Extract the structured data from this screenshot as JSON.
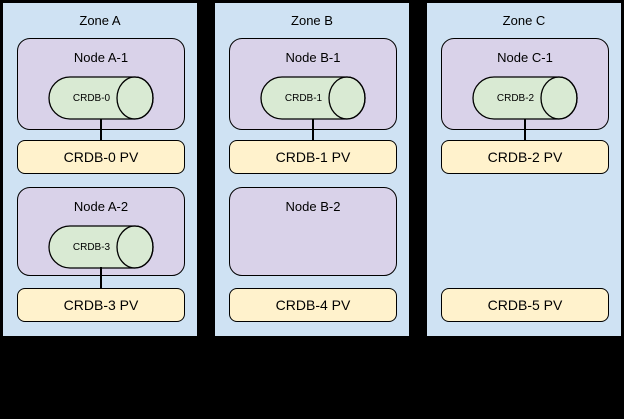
{
  "colors": {
    "canvas_bg": "#000000",
    "zone_fill": "#cfe2f3",
    "node_fill": "#d9d2e9",
    "cylinder_fill": "#d9ead3",
    "pv_fill": "#fff2cc",
    "border": "#000000"
  },
  "zones": [
    {
      "label": "Zone A",
      "slots": [
        {
          "node": "Node A-1",
          "disk": "CRDB-0",
          "pv": "CRDB-0 PV",
          "connected": true
        },
        {
          "node": "Node A-2",
          "disk": "CRDB-3",
          "pv": "CRDB-3 PV",
          "connected": true
        }
      ]
    },
    {
      "label": "Zone B",
      "slots": [
        {
          "node": "Node B-1",
          "disk": "CRDB-1",
          "pv": "CRDB-1 PV",
          "connected": true
        },
        {
          "node": "Node B-2",
          "disk": null,
          "pv": "CRDB-4 PV",
          "connected": false
        }
      ]
    },
    {
      "label": "Zone C",
      "slots": [
        {
          "node": "Node C-1",
          "disk": "CRDB-2",
          "pv": "CRDB-2 PV",
          "connected": true
        },
        {
          "node": null,
          "disk": null,
          "pv": "CRDB-5 PV",
          "connected": false
        }
      ]
    }
  ]
}
